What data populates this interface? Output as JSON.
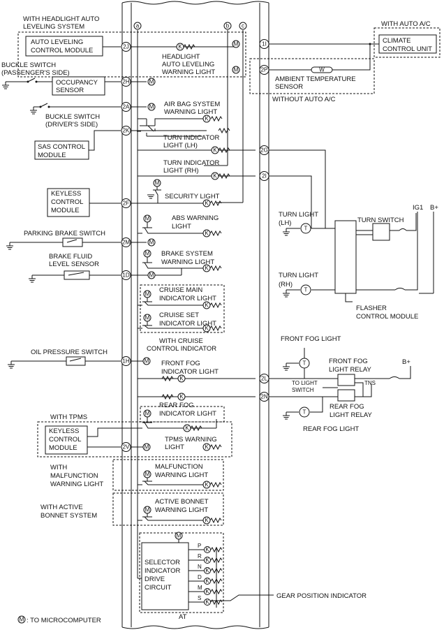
{
  "labels": {
    "with_headlight_auto_leveling_1": "WITH HEADLIGHT AUTO",
    "with_headlight_auto_leveling_2": "LEVELING SYSTEM",
    "auto_leveling_module_1": "AUTO LEVELING",
    "auto_leveling_module_2": "CONTROL MODULE",
    "headlight_warning_1": "HEADLIGHT",
    "headlight_warning_2": "AUTO LEVELING",
    "headlight_warning_3": "WARNING LIGHT",
    "with_auto_ac": "WITH AUTO A/C",
    "climate_1": "CLIMATE",
    "climate_2": "CONTROL UNIT",
    "buckle_pass_1": "BUCKLE SWITCH",
    "buckle_pass_2": "(PASSENGER'S SIDE)",
    "occupancy_1": "OCCUPANCY",
    "occupancy_2": "SENSOR",
    "ambient_1": "AMBIENT TEMPERATURE",
    "ambient_2": "SENSOR",
    "without_auto_ac": "WITHOUT AUTO A/C",
    "airbag_1": "AIR BAG SYSTEM",
    "airbag_2": "WARNING LIGHT",
    "buckle_drv_1": "BUCKLE SWITCH",
    "buckle_drv_2": "(DRIVER'S SIDE)",
    "turn_lh_1": "TURN INDICATOR",
    "turn_lh_2": "LIGHT (LH)",
    "sas_1": "SAS CONTROL",
    "sas_2": "MODULE",
    "turn_rh_1": "TURN INDICATOR",
    "turn_rh_2": "LIGHT (RH)",
    "keyless_1": "KEYLESS",
    "keyless_2": "CONTROL",
    "keyless_3": "MODULE",
    "security": "SECURITY LIGHT",
    "turn_light_lh_1": "TURN LIGHT",
    "turn_light_lh_2": "(LH)",
    "turn_switch": "TURN SWITCH",
    "ig1": "IG1",
    "bplus_1": "B+",
    "abs_1": "ABS WARNING",
    "abs_2": "LIGHT",
    "parking_brake": "PARKING BRAKE SWITCH",
    "brake_fluid_1": "BRAKE FLUID",
    "brake_fluid_2": "LEVEL SENSOR",
    "brake_sys_1": "BRAKE SYSTEM",
    "brake_sys_2": "WARNING LIGHT",
    "turn_light_rh_1": "TURN LIGHT",
    "turn_light_rh_2": "(RH)",
    "cruise_main_1": "CRUISE MAIN",
    "cruise_main_2": "INDICATOR LIGHT",
    "flasher_1": "FLASHER",
    "flasher_2": "CONTROL MODULE",
    "cruise_set_1": "CRUISE SET",
    "cruise_set_2": "INDICATOR LIGHT",
    "with_cruise_1": "WITH CRUISE",
    "with_cruise_2": "CONTROL INDICATOR",
    "front_fog_light": "FRONT FOG LIGHT",
    "oil_pressure": "OIL PRESSURE SWITCH",
    "front_fog_ind_1": "FRONT FOG",
    "front_fog_ind_2": "INDICATOR LIGHT",
    "front_fog_relay_1": "FRONT FOG",
    "front_fog_relay_2": "LIGHT RELAY",
    "bplus_2": "B+",
    "to_light_1": "TO LIGHT",
    "to_light_2": "SWITCH",
    "tns": "TNS",
    "rear_fog_ind_1": "REAR FOG",
    "rear_fog_ind_2": "INDICATOR LIGHT",
    "rear_fog_relay_1": "REAR FOG",
    "rear_fog_relay_2": "LIGHT RELAY",
    "with_tpms": "WITH TPMS",
    "rear_fog_light": "REAR FOG LIGHT",
    "keyless2_1": "KEYLESS",
    "keyless2_2": "CONTROL",
    "keyless2_3": "MODULE",
    "tpms_1": "TPMS WARNING",
    "tpms_2": "LIGHT",
    "with_malf_1": "WITH",
    "with_malf_2": "MALFUNCTION",
    "with_malf_3": "WARNING LIGHT",
    "malf_1": "MALFUNCTION",
    "malf_2": "WARNING LIGHT",
    "with_active_1": "WITH ACTIVE",
    "with_active_2": "BONNET SYSTEM",
    "active_1": "ACTIVE BONNET",
    "active_2": "WARNING LIGHT",
    "selector_1": "SELECTOR",
    "selector_2": "INDICATOR",
    "selector_3": "DRIVE",
    "selector_4": "CIRCUIT",
    "gear_pos": "GEAR POSITION INDICATOR",
    "at": "AT",
    "legend": ": TO MICROCOMPUTER"
  },
  "gears": [
    "P",
    "R",
    "N",
    "D",
    "M",
    "S"
  ],
  "pins": {
    "p2j": "2J",
    "p2h": "2H",
    "p2a": "2A",
    "p2k": "2K",
    "p2f": "2F",
    "p2m": "2M",
    "p1d": "1D",
    "p1h": "1H",
    "p2v": "2V",
    "p1i": "1I",
    "p2p": "2P",
    "p2g": "2G",
    "p2i": "2I",
    "p2l": "2L",
    "p2n": "2N"
  },
  "bus": {
    "a": "a",
    "b": "b",
    "c": "c"
  },
  "symbols": {
    "microcomputer": "M",
    "light": "K",
    "temp_sensor": "W",
    "bulb": "T"
  }
}
